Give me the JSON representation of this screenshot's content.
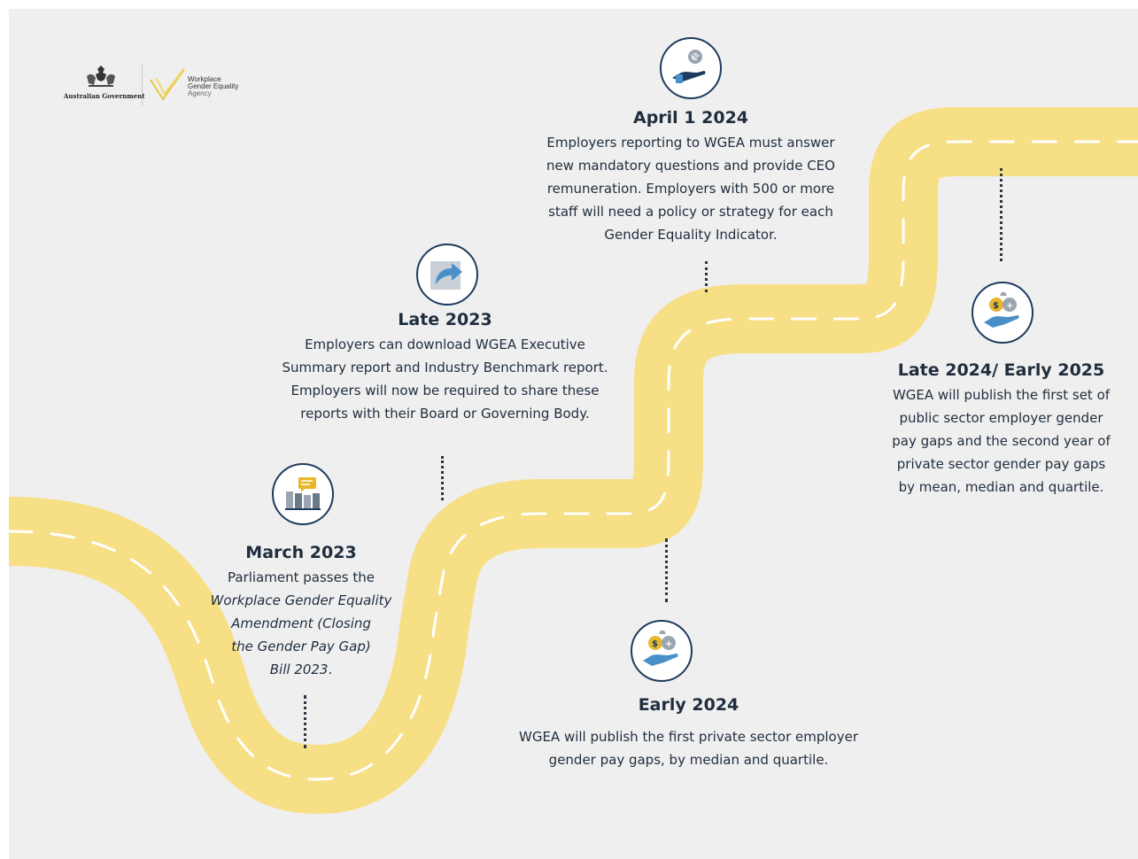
{
  "header": {
    "gov_label": "Australian Government",
    "agency_line1": "Workplace",
    "agency_line2": "Gender Equality",
    "agency_line3": "Agency"
  },
  "colors": {
    "background": "#efefef",
    "road": "#f7df86",
    "road_dash": "#ffffff",
    "text": "#1f2d3d",
    "icon_ring": "#1e3a5f",
    "icon_accent_yellow": "#e8b72c",
    "icon_accent_blue": "#4a90c8"
  },
  "milestones": [
    {
      "id": "march-2023",
      "title": "March 2023",
      "icon": "meeting-speech-bubble-icon",
      "line1": "Parliament passes the",
      "line2": "Workplace Gender Equality",
      "line3": "Amendment (Closing",
      "line4": "the Gender Pay Gap)",
      "line5_italic": "Bill 2023",
      "line5_tail": "."
    },
    {
      "id": "late-2023",
      "title": "Late 2023",
      "icon": "share-arrow-icon",
      "line1": "Employers can download WGEA Executive",
      "line2": "Summary report and Industry Benchmark report.",
      "line3": "Employers will now be required to share these",
      "line4": "reports with their Board or Governing Body."
    },
    {
      "id": "april-2024",
      "title": "April 1 2024",
      "icon": "hand-percent-gear-icon",
      "line1": "Employers reporting to WGEA must answer",
      "line2": "new mandatory questions and provide CEO",
      "line3": "remuneration. Employers with 500 or more",
      "line4": "staff will need a policy or strategy for each",
      "line5": "Gender Equality Indicator."
    },
    {
      "id": "early-2024",
      "title": "Early 2024",
      "icon": "hand-coins-icon",
      "line1": "WGEA will publish the first private sector employer",
      "line2": "gender pay gaps, by median and quartile."
    },
    {
      "id": "late-2024-early-2025",
      "title": "Late 2024/ Early 2025",
      "icon": "hand-coins-icon",
      "line1": "WGEA will publish the first set of",
      "line2": "public sector employer gender",
      "line3": "pay gaps and the second year of",
      "line4": "private sector gender pay gaps",
      "line5": "by mean, median and quartile."
    }
  ]
}
